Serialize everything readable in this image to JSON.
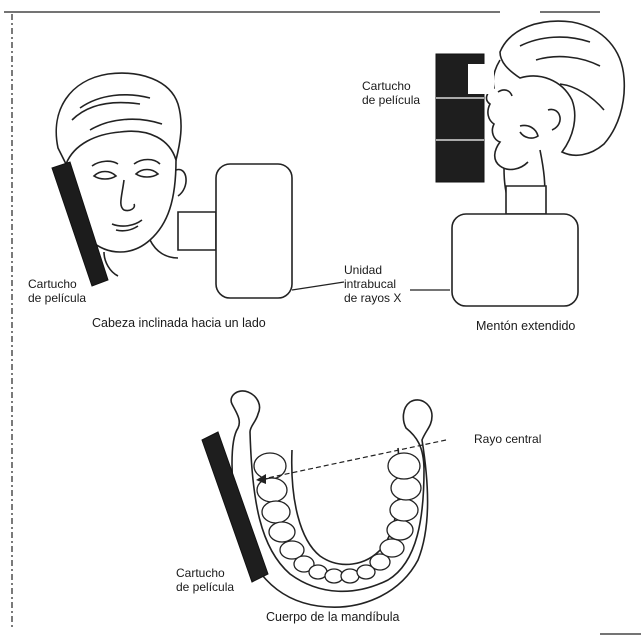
{
  "labels": {
    "film_left_1": "Cartucho",
    "film_left_2": "de película",
    "film_right_1": "Cartucho",
    "film_right_2": "de película",
    "unit_1": "Unidad",
    "unit_2": "intrabucal",
    "unit_3": "de rayos X",
    "caption_left": "Cabeza inclinada hacia un lado",
    "caption_right": "Mentón extendido",
    "central_ray": "Rayo central",
    "film_bottom_1": "Cartucho",
    "film_bottom_2": "de película",
    "caption_bottom": "Cuerpo de la mandíbula"
  }
}
